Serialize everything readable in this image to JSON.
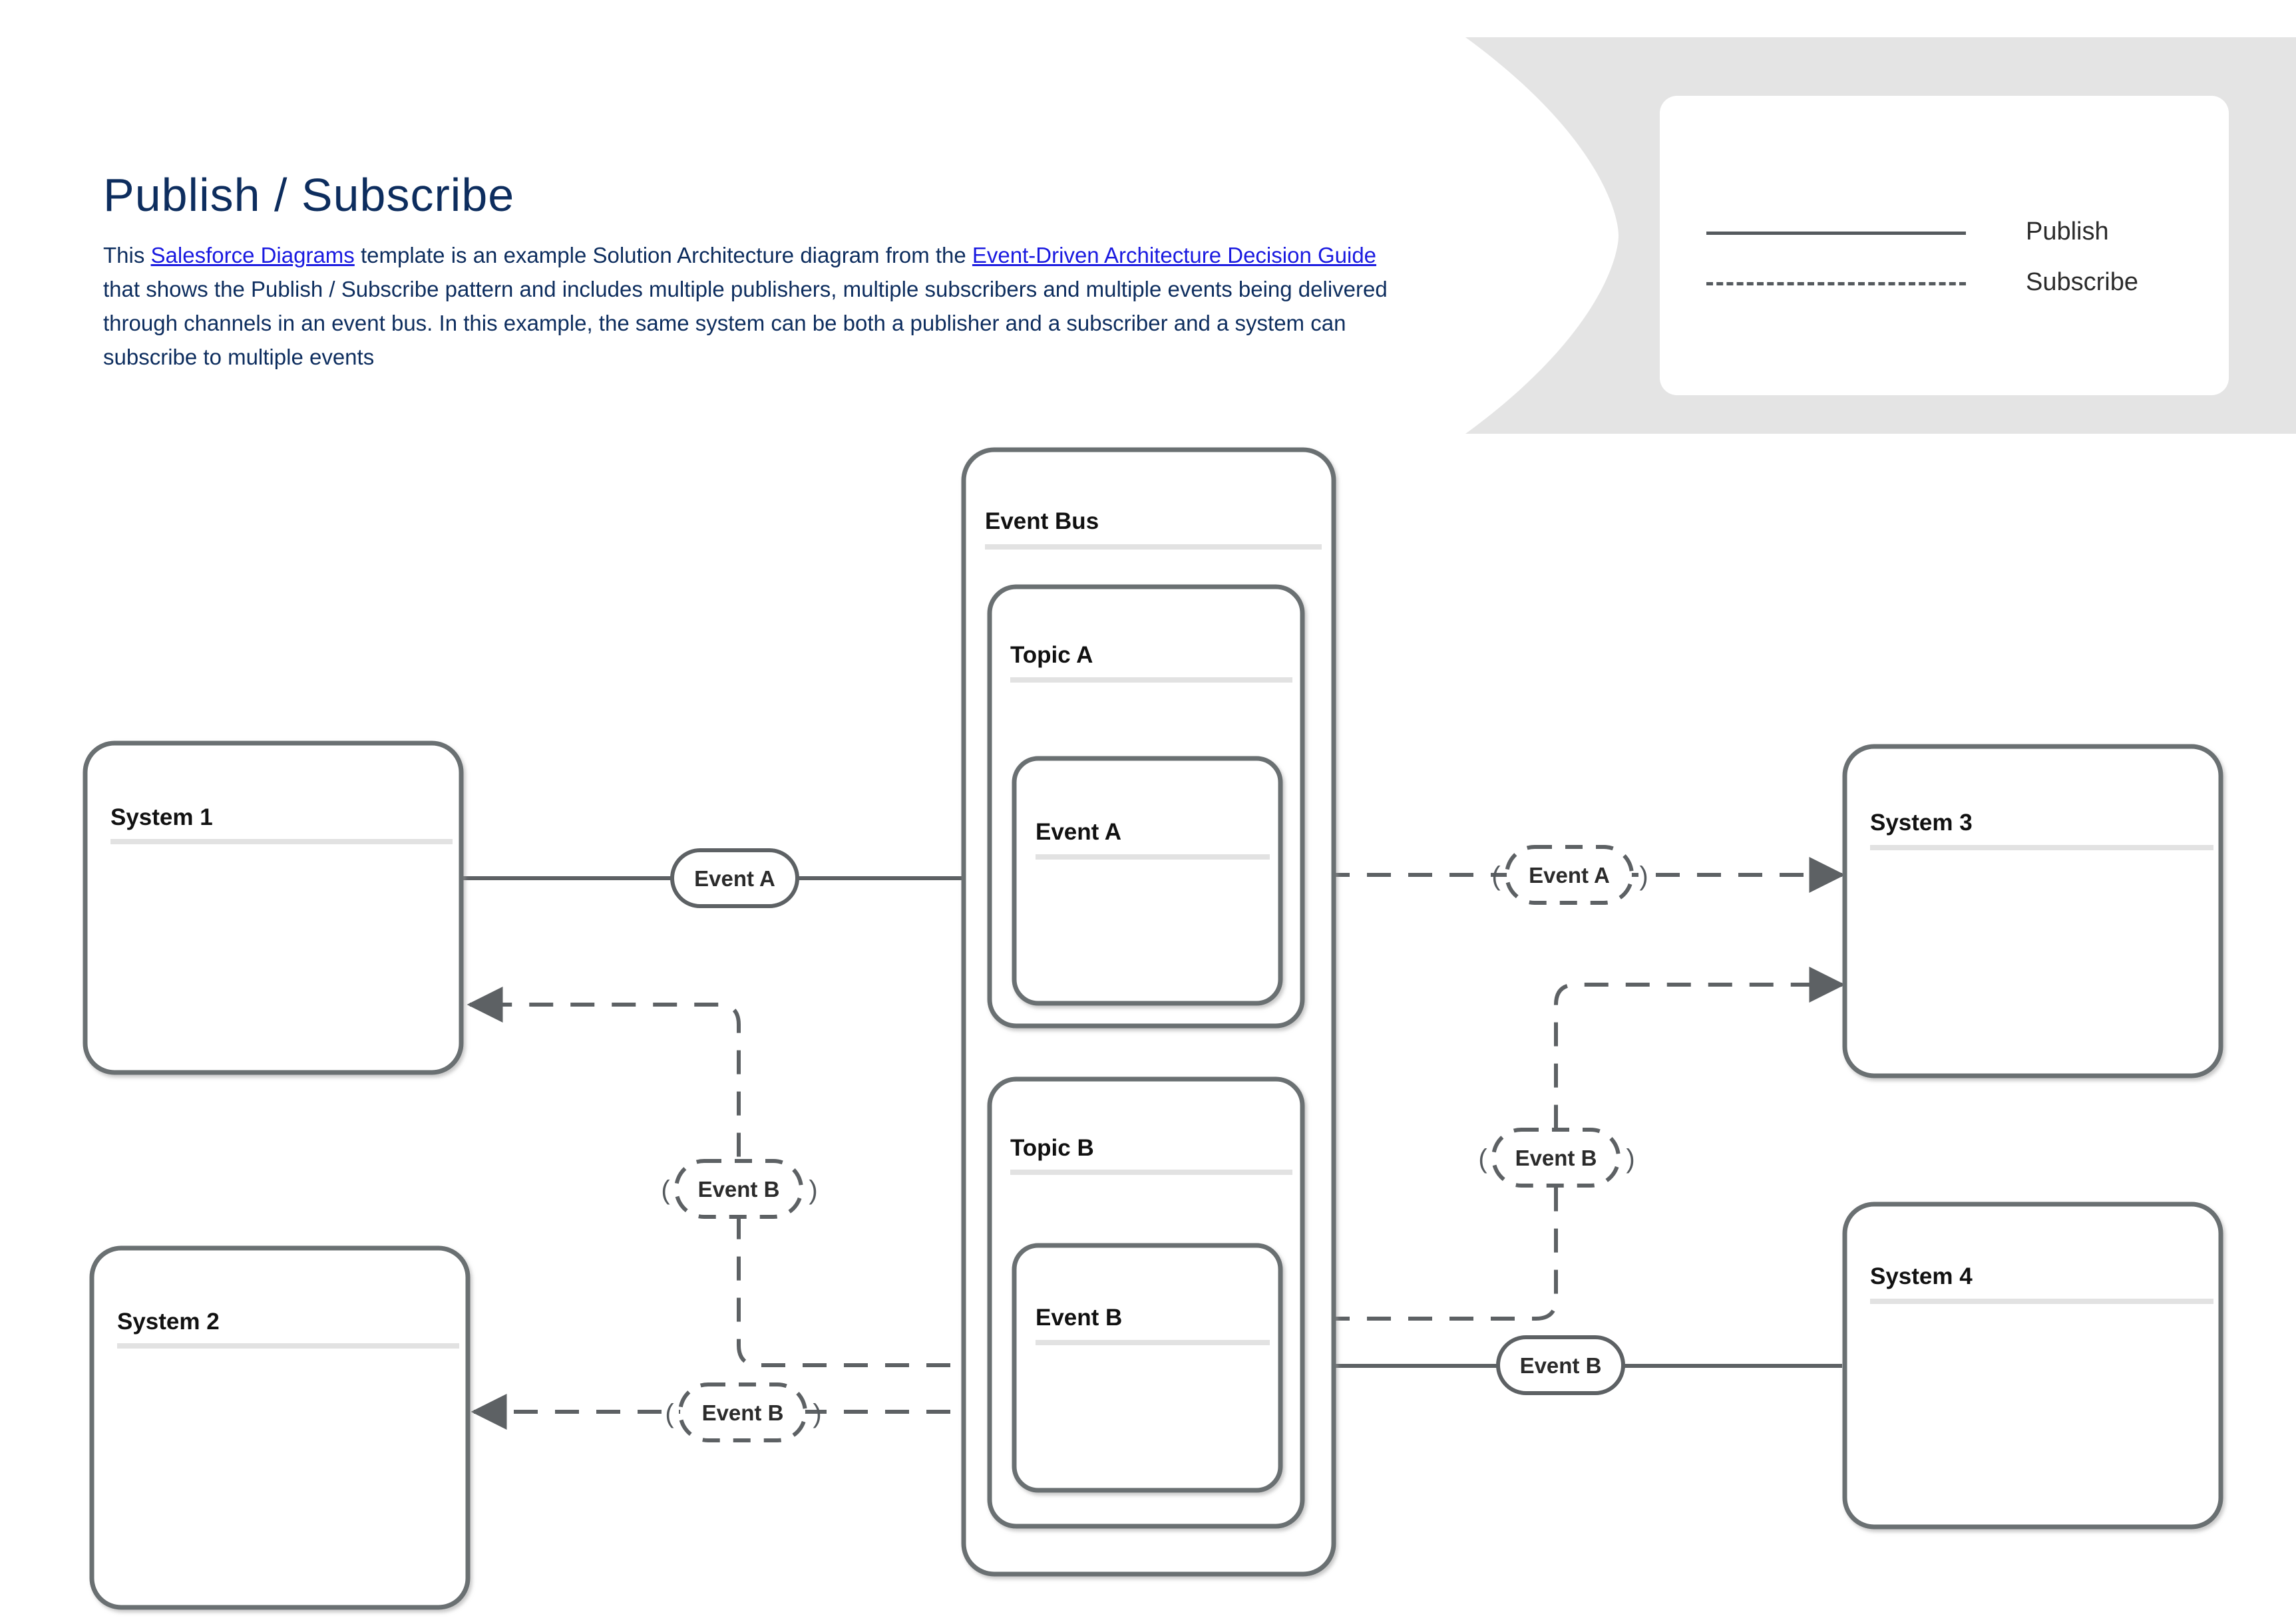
{
  "header": {
    "title": "Publish / Subscribe",
    "description_parts": [
      {
        "text": "This ",
        "link": false
      },
      {
        "text": "Salesforce Diagrams",
        "link": true
      },
      {
        "text": " template is an example Solution Architecture diagram from the ",
        "link": false
      },
      {
        "text": "Event-Driven Architecture Decision Guide",
        "link": true
      },
      {
        "text": " that shows the Publish / Subscribe pattern and includes multiple publishers, multiple subscribers and multiple events being delivered through channels in an event bus. In this example, the same system can be both a publisher and a subscriber and a system can subscribe to multiple events",
        "link": false
      }
    ],
    "title_color": "#0d2d5e",
    "text_color": "#0d2d5e",
    "link_color": "#1a1ae0"
  },
  "legend": {
    "panel_color": "#e4e4e4",
    "card_color": "#ffffff",
    "items": [
      {
        "label": "Publish",
        "style": "solid"
      },
      {
        "label": "Subscribe",
        "style": "dashed"
      }
    ]
  },
  "diagram": {
    "stroke_color": "#6b6f72",
    "divider_color": "#e2e2e2",
    "label_text_color": "#2b2b2b",
    "nodes": [
      {
        "id": "system1",
        "label": "System 1"
      },
      {
        "id": "system2",
        "label": "System 2"
      },
      {
        "id": "event_bus",
        "label": "Event Bus"
      },
      {
        "id": "topic_a",
        "label": "Topic A"
      },
      {
        "id": "event_a",
        "label": "Event A"
      },
      {
        "id": "topic_b",
        "label": "Topic B"
      },
      {
        "id": "event_b",
        "label": "Event B"
      },
      {
        "id": "system3",
        "label": "System 3"
      },
      {
        "id": "system4",
        "label": "System 4"
      }
    ],
    "edges": [
      {
        "id": "e1",
        "from": "system1",
        "to": "event_a",
        "label": "Event A",
        "style": "solid",
        "relation": "publish"
      },
      {
        "id": "e2",
        "from": "event_a",
        "to": "system3",
        "label": "Event A",
        "style": "dashed",
        "relation": "subscribe"
      },
      {
        "id": "e3",
        "from": "event_b",
        "to": "system3",
        "label": "Event B",
        "style": "dashed",
        "relation": "subscribe"
      },
      {
        "id": "e4",
        "from": "system4",
        "to": "event_b",
        "label": "Event B",
        "style": "solid",
        "relation": "publish"
      },
      {
        "id": "e5",
        "from": "event_b",
        "to": "system1",
        "label": "Event B",
        "style": "dashed",
        "relation": "subscribe"
      },
      {
        "id": "e6",
        "from": "event_b",
        "to": "system2",
        "label": "Event B",
        "style": "dashed",
        "relation": "subscribe"
      }
    ]
  }
}
